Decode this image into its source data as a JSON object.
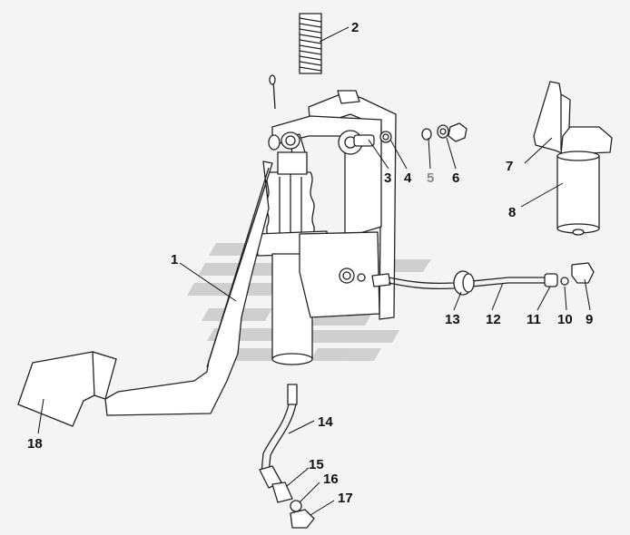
{
  "callouts": [
    {
      "id": "1",
      "label": "1"
    },
    {
      "id": "2",
      "label": "2"
    },
    {
      "id": "3",
      "label": "3"
    },
    {
      "id": "4",
      "label": "4"
    },
    {
      "id": "5",
      "label": "5"
    },
    {
      "id": "6",
      "label": "6"
    },
    {
      "id": "7",
      "label": "7"
    },
    {
      "id": "8",
      "label": "8"
    },
    {
      "id": "9",
      "label": "9"
    },
    {
      "id": "10",
      "label": "10"
    },
    {
      "id": "11",
      "label": "11"
    },
    {
      "id": "12",
      "label": "12"
    },
    {
      "id": "13",
      "label": "13"
    },
    {
      "id": "14",
      "label": "14"
    },
    {
      "id": "15",
      "label": "15"
    },
    {
      "id": "16",
      "label": "16"
    },
    {
      "id": "17",
      "label": "17"
    },
    {
      "id": "18",
      "label": "18"
    }
  ],
  "colors": {
    "background": "#f4f4f4",
    "line": "#222222",
    "watermark": "#c8c8c8",
    "callout_5": "#888888"
  }
}
